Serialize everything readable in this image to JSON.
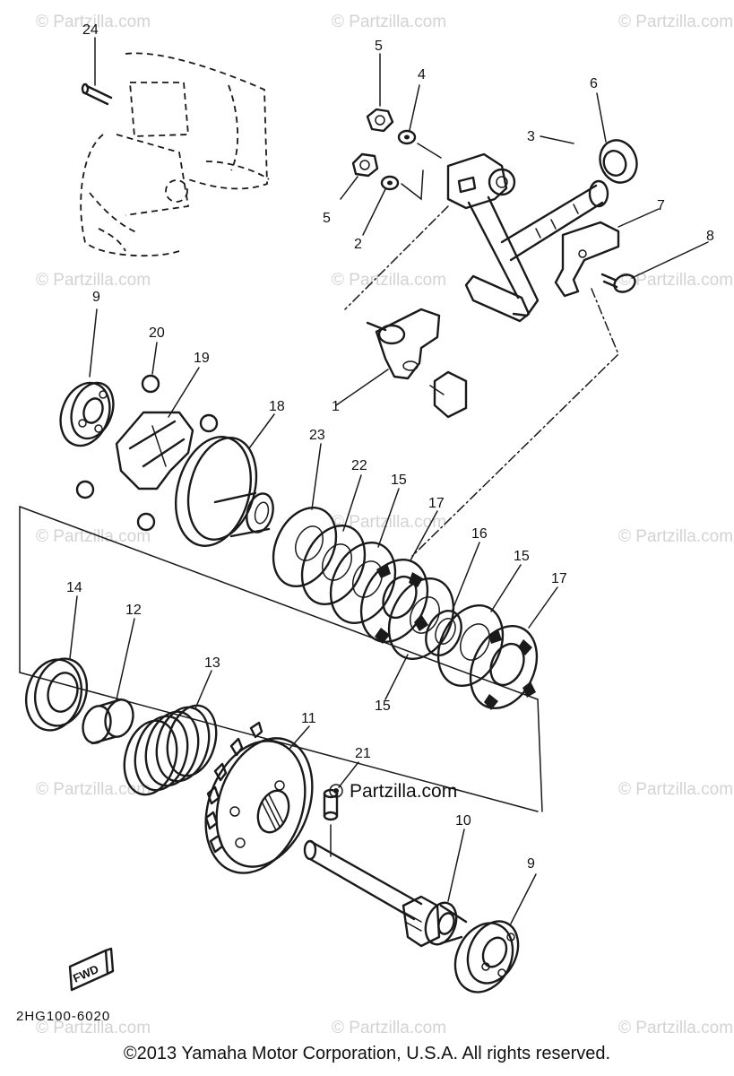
{
  "diagram": {
    "callouts": [
      {
        "id": "c24",
        "text": "24"
      },
      {
        "id": "c5a",
        "text": "5"
      },
      {
        "id": "c4",
        "text": "4"
      },
      {
        "id": "c6",
        "text": "6"
      },
      {
        "id": "c3",
        "text": "3"
      },
      {
        "id": "c5b",
        "text": "5"
      },
      {
        "id": "c2",
        "text": "2"
      },
      {
        "id": "c7",
        "text": "7"
      },
      {
        "id": "c8",
        "text": "8"
      },
      {
        "id": "c9a",
        "text": "9"
      },
      {
        "id": "c20",
        "text": "20"
      },
      {
        "id": "c19",
        "text": "19"
      },
      {
        "id": "c1",
        "text": "1"
      },
      {
        "id": "c18",
        "text": "18"
      },
      {
        "id": "c23",
        "text": "23"
      },
      {
        "id": "c22",
        "text": "22"
      },
      {
        "id": "c15a",
        "text": "15"
      },
      {
        "id": "c17a",
        "text": "17"
      },
      {
        "id": "c16",
        "text": "16"
      },
      {
        "id": "c15b",
        "text": "15"
      },
      {
        "id": "c17b",
        "text": "17"
      },
      {
        "id": "c15c",
        "text": "15"
      },
      {
        "id": "c14",
        "text": "14"
      },
      {
        "id": "c12",
        "text": "12"
      },
      {
        "id": "c13",
        "text": "13"
      },
      {
        "id": "c11",
        "text": "11"
      },
      {
        "id": "c21",
        "text": "21"
      },
      {
        "id": "c10",
        "text": "10"
      },
      {
        "id": "c9b",
        "text": "9"
      }
    ],
    "fwd_label": "FWD",
    "part_code": "2HG100-6020",
    "brand_label": "Partzilla.com",
    "watermark_text": "© Partzilla.com"
  },
  "footer": {
    "copyright": "©2013 Yamaha Motor Corporation, U.S.A. All rights reserved."
  }
}
